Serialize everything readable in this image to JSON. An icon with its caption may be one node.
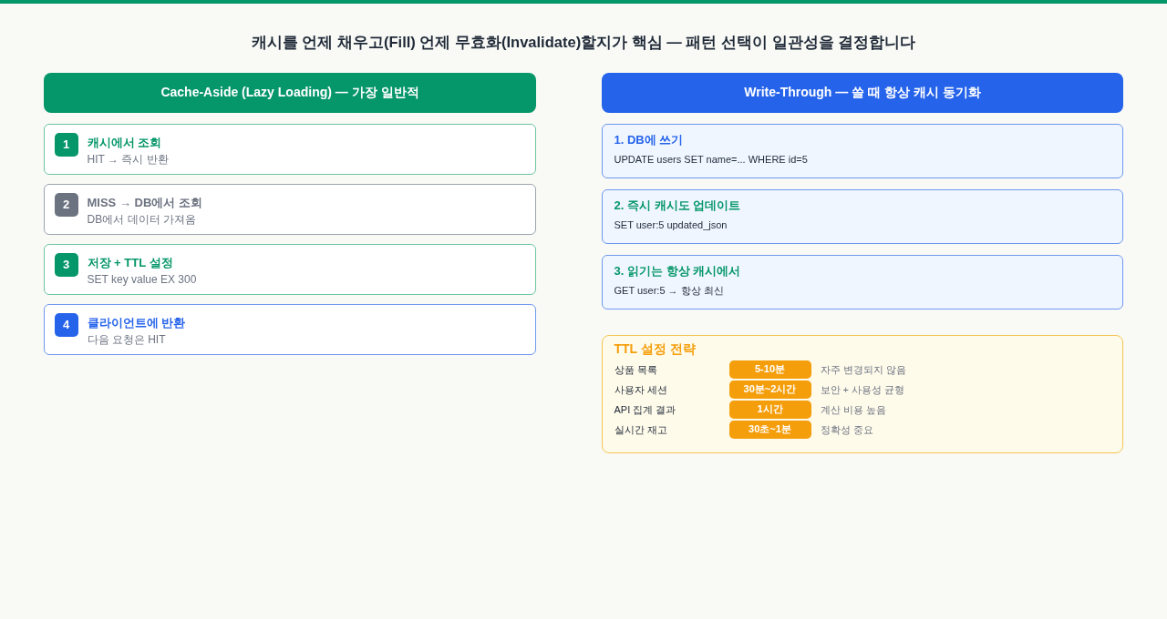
{
  "diagram": {
    "title": "캐시를 언제 채우고(Fill) 언제 무효화(Invalidate)할지가 핵심 — 패턴 선택이 일관성을 결정합니다",
    "nodes": [
      {
        "text": [
          "Cache-Aside (Lazy Loading) — 가장 일반적"
        ]
      },
      {
        "text": [
          "캐시에서 조회",
          "HIT → 즉시 반환"
        ]
      },
      {
        "text": [
          "1"
        ],
        "in": 1
      },
      {
        "text": [
          "MISS → DB에서 조회",
          "DB에서 데이터 가져옴"
        ]
      },
      {
        "text": [
          "2"
        ],
        "in": 3
      },
      {
        "text": [
          "저장 + TTL 설정",
          "SET key value EX 300"
        ]
      },
      {
        "text": [
          "3"
        ],
        "in": 5
      },
      {
        "text": [
          "클라이언트에 반환",
          "다음 요청은 HIT"
        ]
      },
      {
        "text": [
          "4"
        ],
        "in": 7
      },
      {
        "text": [
          "Write-Through — 쓸 때 항상 캐시 동기화"
        ]
      },
      {
        "text": [
          "1. DB에 쓰기",
          "UPDATE users SET name=... WHERE id=5"
        ]
      },
      {
        "text": [
          "2. 즉시 캐시도 업데이트",
          "SET user:5 updated_json"
        ]
      },
      {
        "text": [
          "3. 읽기는 항상 캐시에서",
          "GET user:5 → 항상 최신"
        ]
      },
      {
        "text": [
          "TTL 설정 전략"
        ]
      },
      {
        "text": [
          "5-10분"
        ],
        "in": 13
      },
      {
        "text": [
          "30분~2시간"
        ],
        "in": 13
      },
      {
        "text": [
          "1시간"
        ],
        "in": 13
      },
      {
        "text": [
          "30초~1분"
        ],
        "in": 13
      }
    ],
    "labels": [
      "상품 목록",
      "자주 변경되지 않음",
      "사용자 세션",
      "보안 + 사용성 균형",
      "API 집계 결과",
      "계산 비용 높음",
      "실시간 재고",
      "정확성 중요"
    ]
  }
}
